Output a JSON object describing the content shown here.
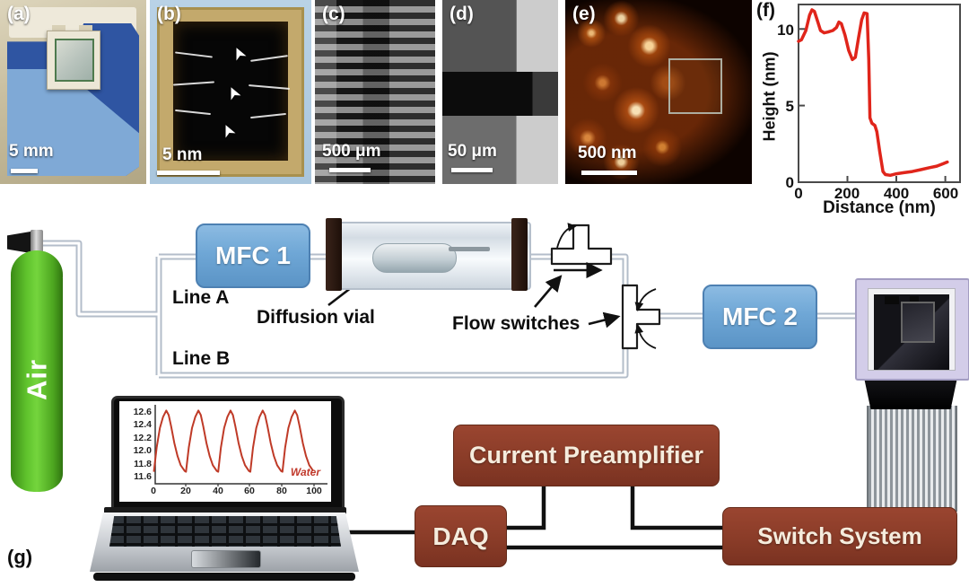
{
  "figure": {
    "panels": {
      "a": {
        "label": "(a)",
        "scale_bar": "5 mm",
        "description": "optical photo of packaged sensor chip"
      },
      "b": {
        "label": "(b)",
        "scale_bar": "5 nm",
        "description": "wire-bonded chip with arrows"
      },
      "c": {
        "label": "(c)",
        "scale_bar": "500 μm",
        "description": "interdigitated electrodes"
      },
      "d": {
        "label": "(d)",
        "scale_bar": "50 μm",
        "description": "electrode close-up"
      },
      "e": {
        "label": "(e)",
        "scale_bar": "500 nm",
        "description": "AFM image of nanofibers"
      },
      "f": {
        "label": "(f)"
      },
      "g": {
        "label": "(g)"
      }
    },
    "icons": {
      "panel_b_arrow": "➤"
    },
    "diagram": {
      "air_label": "Air",
      "mfc1": "MFC 1",
      "mfc2": "MFC 2",
      "line_a": "Line A",
      "line_b": "Line B",
      "diffusion_vial": "Diffusion vial",
      "flow_switches": "Flow switches",
      "current_preamplifier": "Current Preamplifier",
      "daq": "DAQ",
      "switch_system": "Switch System"
    },
    "colors": {
      "mfc_blue": "#6fa7d6",
      "box_brown": "#8a3c28",
      "cylinder_green": "#57bd27",
      "pipe_gray": "#b6c0ce",
      "profile_red": "#e0251b"
    }
  },
  "chart_data": [
    {
      "id": "height-profile",
      "type": "line",
      "title": "",
      "xlabel": "Distance (nm)",
      "ylabel": "Height (nm)",
      "xlim": [
        0,
        660
      ],
      "ylim": [
        0,
        11.6
      ],
      "xticks": [
        0,
        200,
        400,
        600
      ],
      "yticks": [
        0,
        5,
        10
      ],
      "xtick_labels": [
        "0",
        "200",
        "400",
        "600"
      ],
      "ytick_labels": [
        "10",
        "5",
        "0"
      ],
      "grid": false,
      "line_color": "#e0251b",
      "points": [
        [
          0,
          9.2
        ],
        [
          12,
          9.3
        ],
        [
          30,
          9.9
        ],
        [
          45,
          10.9
        ],
        [
          55,
          11.25
        ],
        [
          65,
          11.15
        ],
        [
          78,
          10.5
        ],
        [
          90,
          9.9
        ],
        [
          105,
          9.75
        ],
        [
          120,
          9.8
        ],
        [
          140,
          9.9
        ],
        [
          155,
          10.1
        ],
        [
          165,
          10.45
        ],
        [
          175,
          10.35
        ],
        [
          190,
          9.6
        ],
        [
          205,
          8.6
        ],
        [
          220,
          8.0
        ],
        [
          232,
          8.15
        ],
        [
          245,
          9.4
        ],
        [
          258,
          10.6
        ],
        [
          268,
          11.05
        ],
        [
          280,
          11.0
        ],
        [
          287,
          8.0
        ],
        [
          292,
          4.2
        ],
        [
          300,
          3.85
        ],
        [
          312,
          3.7
        ],
        [
          320,
          3.3
        ],
        [
          332,
          2.0
        ],
        [
          345,
          0.7
        ],
        [
          355,
          0.5
        ],
        [
          375,
          0.45
        ],
        [
          400,
          0.55
        ],
        [
          430,
          0.62
        ],
        [
          465,
          0.7
        ],
        [
          500,
          0.82
        ],
        [
          535,
          0.95
        ],
        [
          565,
          1.05
        ],
        [
          590,
          1.2
        ],
        [
          608,
          1.32
        ]
      ]
    },
    {
      "id": "laptop-response",
      "type": "line",
      "title": "",
      "xlabel": "",
      "ylabel": "",
      "xlim": [
        0,
        105
      ],
      "ylim": [
        11.55,
        12.68
      ],
      "xtick_labels": [
        "0",
        "20",
        "40",
        "60",
        "80",
        "100"
      ],
      "ytick_labels": [
        "12.6",
        "12.4",
        "12.2",
        "12.0",
        "11.8",
        "11.6"
      ],
      "annotation": "Water",
      "grid": false,
      "line_color": "#bf3a27",
      "points": [
        [
          0.3,
          11.68
        ],
        [
          2,
          12.05
        ],
        [
          4,
          12.35
        ],
        [
          6,
          12.52
        ],
        [
          8,
          12.62
        ],
        [
          9.5,
          12.55
        ],
        [
          11,
          12.38
        ],
        [
          13,
          12.12
        ],
        [
          15,
          11.92
        ],
        [
          17,
          11.78
        ],
        [
          19.5,
          11.69
        ],
        [
          20.3,
          11.68
        ],
        [
          22,
          12.05
        ],
        [
          24,
          12.35
        ],
        [
          26,
          12.52
        ],
        [
          28,
          12.62
        ],
        [
          29.5,
          12.55
        ],
        [
          31,
          12.38
        ],
        [
          33,
          12.12
        ],
        [
          35,
          11.92
        ],
        [
          37,
          11.78
        ],
        [
          39.5,
          11.69
        ],
        [
          40.3,
          11.68
        ],
        [
          42,
          12.05
        ],
        [
          44,
          12.35
        ],
        [
          46,
          12.52
        ],
        [
          48,
          12.62
        ],
        [
          49.5,
          12.55
        ],
        [
          51,
          12.38
        ],
        [
          53,
          12.12
        ],
        [
          55,
          11.92
        ],
        [
          57,
          11.78
        ],
        [
          59.5,
          11.69
        ],
        [
          60.3,
          11.68
        ],
        [
          62,
          12.05
        ],
        [
          64,
          12.35
        ],
        [
          66,
          12.52
        ],
        [
          68,
          12.62
        ],
        [
          69.5,
          12.55
        ],
        [
          71,
          12.38
        ],
        [
          73,
          12.12
        ],
        [
          75,
          11.92
        ],
        [
          77,
          11.78
        ],
        [
          79.5,
          11.69
        ],
        [
          80.3,
          11.68
        ],
        [
          82,
          12.05
        ],
        [
          84,
          12.35
        ],
        [
          86,
          12.52
        ],
        [
          88,
          12.62
        ],
        [
          89.5,
          12.55
        ],
        [
          91,
          12.38
        ],
        [
          93,
          12.12
        ],
        [
          95,
          11.92
        ],
        [
          97,
          11.78
        ],
        [
          99.5,
          11.69
        ]
      ]
    }
  ]
}
